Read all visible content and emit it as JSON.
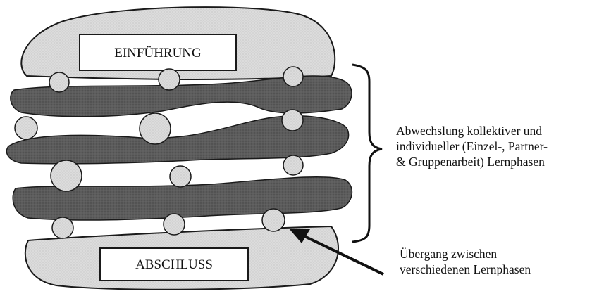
{
  "diagram": {
    "top_bun_label": "EINFÜHRUNG",
    "bottom_bun_label": "ABSCHLUSS",
    "annotations": {
      "alternation": [
        "Abwechslung kollektiver und",
        "individueller (Einzel-, Partner-",
        "& Gruppenarbeit) Lernphasen"
      ],
      "transition": [
        "Übergang zwischen",
        "verschiedenen Lernphasen"
      ]
    }
  },
  "colors": {
    "bun": "#dedede",
    "filling": "#5a5a5a",
    "ball": "#cfcfcf",
    "outline": "#1a1a1a"
  }
}
